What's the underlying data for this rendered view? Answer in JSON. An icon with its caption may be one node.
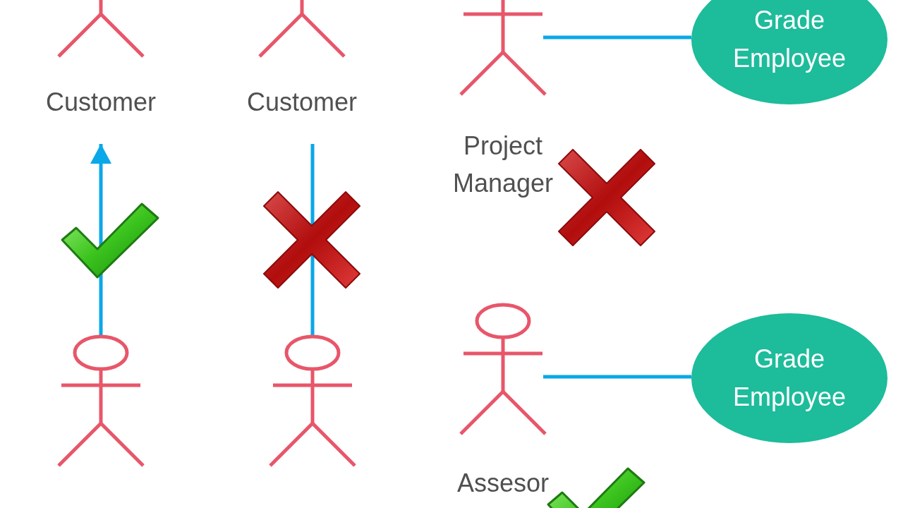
{
  "diagram": {
    "nodes": [
      {
        "text": [
          "Customer"
        ]
      },
      {
        "text": [
          "Customer"
        ]
      },
      {
        "text": [
          "Project Manager"
        ]
      },
      {
        "text": [
          "Grade Employee"
        ]
      },
      {
        "text": [],
        "shape": "person"
      },
      {
        "text": [],
        "shape": "person"
      },
      {
        "text": [
          "Assesor"
        ]
      },
      {
        "text": [
          "Grade Employee"
        ]
      }
    ],
    "edges": [
      {
        "from": 4,
        "to": 0,
        "arrow": "to"
      },
      {
        "from": 5,
        "to": 1,
        "arrow": "none"
      },
      {
        "from": 2,
        "to": 3,
        "arrow": "none"
      },
      {
        "from": 6,
        "to": 7,
        "arrow": "none"
      }
    ]
  }
}
